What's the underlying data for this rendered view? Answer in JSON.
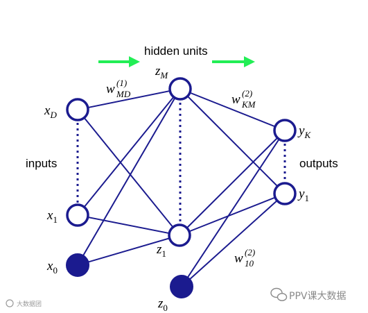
{
  "labels": {
    "hidden_units": "hidden units",
    "inputs": "inputs",
    "outputs": "outputs"
  },
  "nodes": {
    "x_D": {
      "base": "x",
      "sub": "D"
    },
    "x_1": {
      "base": "x",
      "sub": "1"
    },
    "x_0": {
      "base": "x",
      "sub": "0"
    },
    "z_M": {
      "base": "z",
      "sub": "M"
    },
    "z_1": {
      "base": "z",
      "sub": "1"
    },
    "z_0": {
      "base": "z",
      "sub": "0"
    },
    "y_K": {
      "base": "y",
      "sub": "K"
    },
    "y_1": {
      "base": "y",
      "sub": "1"
    }
  },
  "weights": {
    "w_MD_1": {
      "base": "w",
      "sup": "(1)",
      "sub": "MD"
    },
    "w_KM_2": {
      "base": "w",
      "sup": "(2)",
      "sub": "KM"
    },
    "w_10_2": {
      "base": "w",
      "sup": "(2)",
      "sub": "10"
    }
  },
  "watermark": {
    "brand": "PPV课大数据",
    "corner": "大数据团"
  },
  "colors": {
    "network": "#1b1b8f",
    "arrow": "#22ee55",
    "watermark": "#8a8a8a"
  },
  "icons": {
    "arrow": "right-arrow-icon",
    "wechat": "wechat-icon",
    "corner_logo": "weibo-icon"
  }
}
